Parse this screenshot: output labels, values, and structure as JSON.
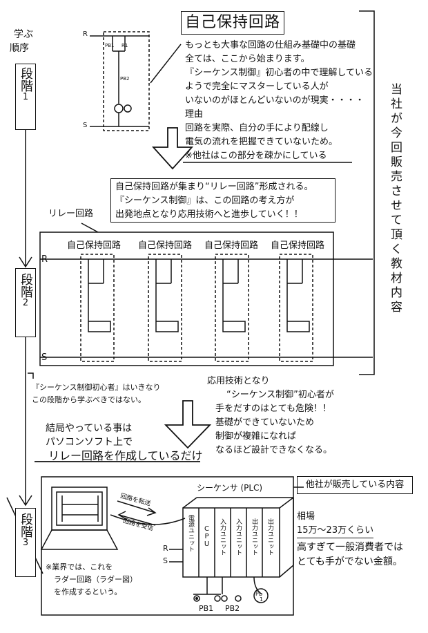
{
  "left_steps": {
    "header_line1": "学ぶ",
    "header_line2": "順序",
    "step1": {
      "label": "段階",
      "num": "1"
    },
    "step2": {
      "label": "段階",
      "num": "2"
    },
    "step3": {
      "label": "段階",
      "num": "3"
    }
  },
  "right_bracket_text": "当社が今回販売させて頂く教材内容",
  "stage1": {
    "title": "自己保持回路",
    "circuit_labels": {
      "r": "R",
      "s": "S",
      "pb1": "PB1",
      "r1": "R1",
      "pb2": "PB2"
    },
    "description": [
      "もっとも大事な回路の仕組み基礎中の基礎",
      "全ては、ここから始まります。",
      "『シーケンス制御』初心者の中で理解している",
      "ようで完全にマスターしている人が",
      "いないのがほとんどいないのが現実・・・・",
      "理由",
      "回路を実際、自分の手により配線し",
      "電気の流れを把握できていないため。"
    ],
    "note": "※他社はこの部分を疎かにしている"
  },
  "stage2": {
    "summary": [
      "自己保持回路が集まり“リレー回路”形成される。",
      "『シーケンス制御』は、この回路の考え方が",
      "出発地点となり応用技術へと進歩していく！！"
    ],
    "relay_label": "リレー回路",
    "blocks": [
      "自己保持回路",
      "自己保持回路",
      "自己保持回路",
      "自己保持回路"
    ],
    "rail_r": "R",
    "rail_s": "S"
  },
  "warning_left": [
    "『シーケンス制御初心者』はいきなり",
    "この段階から学ぶべきではない。"
  ],
  "applied": [
    "応用技術となり",
    "“シーケンス制御”初心者が",
    "手をだすのはとても危険！！",
    "基礎ができていないため",
    "制御が複雑になれば",
    "なるほど設計できなくなる。"
  ],
  "conclusion": [
    "結局やっている事は",
    "パソコンソフト上で",
    "リレー回路を作成しているだけ"
  ],
  "stage3": {
    "plc_title": "シーケンサ (PLC)",
    "arrow_send": "回路を転送",
    "arrow_receive": "回路を受信",
    "modules": [
      "電源ユニット",
      "CPU",
      "入力ユニット",
      "入力ユニット",
      "出力ユニット",
      "出力ユニット"
    ],
    "r": "R",
    "s": "S",
    "pb1": "PB1",
    "pb2": "PB2",
    "pl": "PL",
    "pl_sub": "1",
    "note": [
      "※業界では、これを",
      "ラダー回路（ラダー図）",
      "を作成するという。"
    ]
  },
  "competitor": {
    "title": "他社が販売している内容",
    "price_label": "相場",
    "price": "15万〜23万くらい",
    "comment": [
      "高すぎて一般消費者では",
      "とても手がでない金額。"
    ]
  }
}
